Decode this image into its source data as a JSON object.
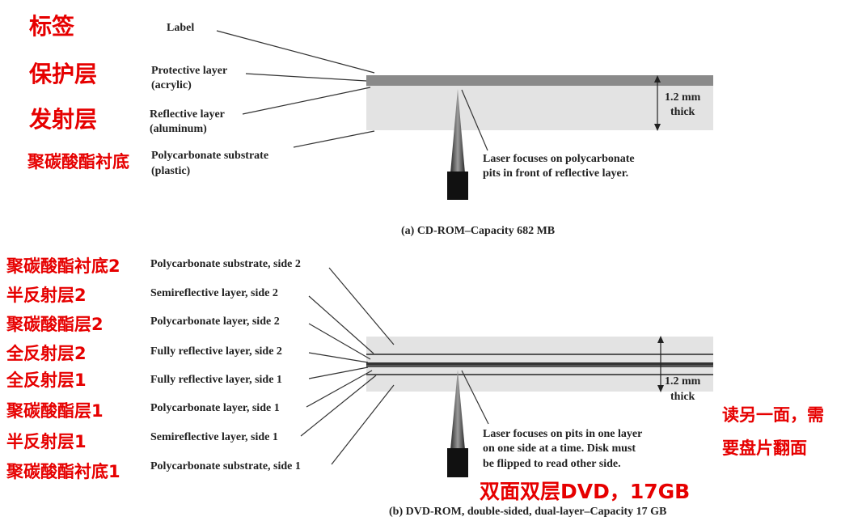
{
  "cd": {
    "chinese_labels": [
      "标签",
      "保护层",
      "发射层",
      "聚碳酸酯衬底"
    ],
    "labels": [
      [
        "Label"
      ],
      [
        "Protective layer",
        "(acrylic)"
      ],
      [
        "Reflective layer",
        "(aluminum)"
      ],
      [
        "Polycarbonate substrate",
        "(plastic)"
      ]
    ],
    "thickness": [
      "1.2 mm",
      "thick"
    ],
    "laser_note": [
      "Laser focuses on polycarbonate",
      "pits in front of reflective layer."
    ],
    "caption": "(a) CD-ROM–Capacity 682 MB"
  },
  "dvd": {
    "chinese_labels": [
      "聚碳酸酯衬底2",
      "半反射层2",
      "聚碳酸酯层2",
      "全反射层2",
      "全反射层1",
      "聚碳酸酯层1",
      "半反射层1",
      "聚碳酸酯衬底1"
    ],
    "labels": [
      "Polycarbonate substrate, side 2",
      "Semireflective layer, side 2",
      "Polycarbonate layer, side 2",
      "Fully reflective layer, side 2",
      "Fully reflective layer, side 1",
      "Polycarbonate layer, side 1",
      "Semireflective layer, side 1",
      "Polycarbonate substrate, side 1"
    ],
    "thickness": [
      "1.2 mm",
      "thick"
    ],
    "laser_note": [
      "Laser focuses on pits in one layer",
      "on one side at a time. Disk must",
      "be flipped to read other side."
    ],
    "side_note": [
      "读另一面，需",
      "要盘片翻面"
    ],
    "title_cn": "双面双层DVD，17GB",
    "caption": "(b) DVD-ROM, double-sided, dual-layer–Capacity 17 GB"
  },
  "colors": {
    "annotation_red": "#e60000",
    "substrate_gray": "#e3e3e3",
    "protective_gray": "#8a8a8a",
    "laser_dark": "#1a1a1a"
  },
  "icons": [
    "laser-beam-icon",
    "laser-head-icon",
    "thickness-arrow-icon"
  ]
}
